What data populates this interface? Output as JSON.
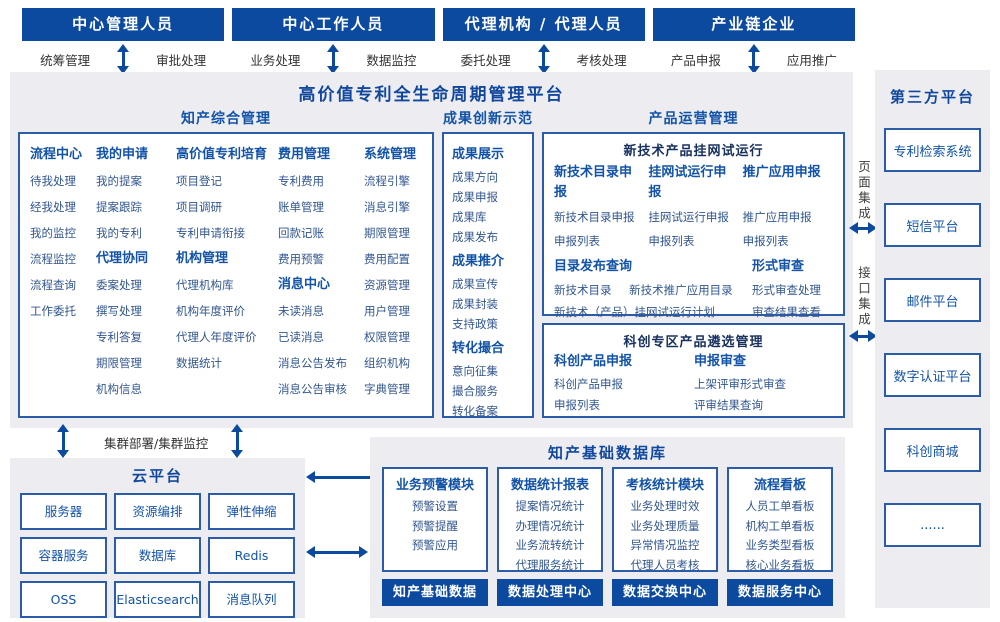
{
  "colors": {
    "bar_blue": "#0b4a9f",
    "header_blue": "#1253a8",
    "item_blue": "#31568f",
    "border_blue": "#2a5ca8",
    "panel_bg": "#ededf1",
    "title_blue": "#11489e"
  },
  "top_groups": [
    {
      "title": "中心管理人员",
      "left": "统筹管理",
      "right": "审批处理"
    },
    {
      "title": "中心工作人员",
      "left": "业务处理",
      "right": "数据监控"
    },
    {
      "title": "代理机构 / 代理人员",
      "left": "委托处理",
      "right": "考核处理"
    },
    {
      "title": "产业链企业",
      "left": "产品申报",
      "right": "应用推广"
    }
  ],
  "platform_title": "高价值专利全生命周期管理平台",
  "ip_mgmt": {
    "title": "知产综合管理",
    "col1": {
      "g1": {
        "header": "流程中心",
        "items": [
          "待我处理",
          "经我处理",
          "我的监控",
          "流程监控",
          "流程查询",
          "工作委托"
        ]
      }
    },
    "col2": {
      "g1": {
        "header": "我的申请",
        "items": [
          "我的提案",
          "提案跟踪",
          "我的专利"
        ]
      },
      "g2": {
        "header": "代理协同",
        "items": [
          "委案处理",
          "撰写处理",
          "专利答复",
          "期限管理",
          "机构信息"
        ]
      }
    },
    "col3": {
      "g1": {
        "header": "高价值专利培育",
        "items": [
          "项目登记",
          "项目调研",
          "专利申请衔接"
        ]
      },
      "g2": {
        "header": "机构管理",
        "items": [
          "代理机构库",
          "机构年度评价",
          "代理人年度评价",
          "数据统计"
        ]
      }
    },
    "col4": {
      "g1": {
        "header": "费用管理",
        "items": [
          "专利费用",
          "账单管理",
          "回款记账",
          "费用预警"
        ]
      },
      "g2": {
        "header": "消息中心",
        "items": [
          "未读消息",
          "已读消息",
          "消息公告发布",
          "消息公告审核"
        ]
      }
    },
    "col5": {
      "g1": {
        "header": "系统管理",
        "items": [
          "流程引擎",
          "消息引擎",
          "期限管理",
          "费用配置",
          "资源管理",
          "用户管理",
          "权限管理",
          "组织机构",
          "字典管理"
        ]
      }
    }
  },
  "achievement": {
    "title": "成果创新示范",
    "g1": {
      "header": "成果展示",
      "items": [
        "成果方向",
        "成果申报",
        "成果库",
        "成果发布"
      ]
    },
    "g2": {
      "header": "成果推介",
      "items": [
        "成果宣传",
        "成果封装",
        "支持政策"
      ]
    },
    "g3": {
      "header": "转化撮合",
      "items": [
        "意向征集",
        "撮合服务",
        "转化备案"
      ]
    }
  },
  "product_ops": {
    "title": "产品运营管理",
    "box1": {
      "title": "新技术产品挂网试运行",
      "g1": {
        "header": "新技术目录申报",
        "items": [
          "新技术目录申报",
          "申报列表"
        ]
      },
      "g2": {
        "header": "挂网试运行申报",
        "items": [
          "挂网试运行申报",
          "申报列表"
        ]
      },
      "g3": {
        "header": "推广应用申报",
        "items": [
          "推广应用申报",
          "申报列表"
        ]
      },
      "g4": {
        "header": "目录发布查询",
        "items": [
          "新技术目录",
          "新技术推广应用目录",
          "新技术（产品）挂网试运行计划"
        ]
      },
      "g5": {
        "header": "形式审查",
        "items": [
          "形式审查处理",
          "审查结果查看"
        ]
      }
    },
    "box2": {
      "title": "科创专区产品遴选管理",
      "g1": {
        "header": "科创产品申报",
        "items": [
          "科创产品申报",
          "申报列表"
        ]
      },
      "g2": {
        "header": "申报审查",
        "items": [
          "上架评审形式审查",
          "评审结果查询"
        ]
      }
    }
  },
  "integration": {
    "page": "页面集成",
    "api": "接口集成"
  },
  "third_party": {
    "title": "第三方平台",
    "items": [
      "专利检索系统",
      "短信平台",
      "邮件平台",
      "数字认证平台",
      "科创商城",
      "......"
    ]
  },
  "cluster_label": "集群部署/集群监控",
  "cloud": {
    "title": "云平台",
    "items": [
      "服务器",
      "资源编排",
      "弹性伸缩",
      "容器服务",
      "数据库",
      "Redis",
      "OSS",
      "Elasticsearch",
      "消息队列"
    ]
  },
  "database": {
    "title": "知产基础数据库",
    "modules": [
      {
        "header": "业务预警模块",
        "items": [
          "预警设置",
          "预警提醒",
          "预警应用"
        ],
        "footer": "知产基础数据"
      },
      {
        "header": "数据统计报表",
        "items": [
          "提案情况统计",
          "办理情况统计",
          "业务流转统计",
          "代理服务统计"
        ],
        "footer": "数据处理中心"
      },
      {
        "header": "考核统计模块",
        "items": [
          "业务处理时效",
          "业务处理质量",
          "异常情况监控",
          "代理人员考核"
        ],
        "footer": "数据交换中心"
      },
      {
        "header": "流程看板",
        "items": [
          "人员工单看板",
          "机构工单看板",
          "业务类型看板",
          "核心业务看板"
        ],
        "footer": "数据服务中心"
      }
    ]
  }
}
